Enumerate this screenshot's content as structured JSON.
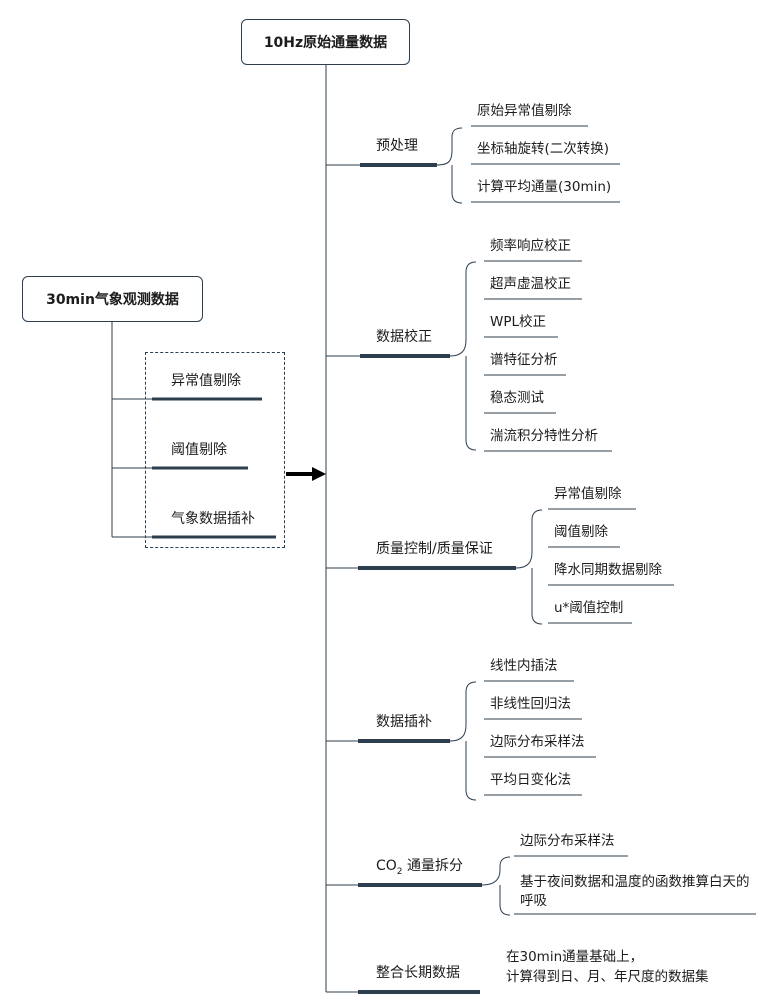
{
  "root": "10Hz原始通量数据",
  "left_box": "30min气象观测数据",
  "left_items": [
    "异常值剔除",
    "阈值剔除",
    "气象数据插补"
  ],
  "sections": [
    {
      "label": "预处理",
      "items": [
        "原始异常值剔除",
        "坐标轴旋转(二次转换)",
        "计算平均通量(30min)"
      ]
    },
    {
      "label": "数据校正",
      "items": [
        "频率响应校正",
        "超声虚温校正",
        "WPL校正",
        "谱特征分析",
        "稳态测试",
        "湍流积分特性分析"
      ]
    },
    {
      "label": "质量控制/质量保证",
      "items": [
        "异常值剔除",
        "阈值剔除",
        "降水同期数据剔除",
        "u*阈值控制"
      ]
    },
    {
      "label": "数据插补",
      "items": [
        "线性内插法",
        "非线性回归法",
        "边际分布采样法",
        "平均日变化法"
      ]
    },
    {
      "label_prefix": "CO",
      "label_sub": "2",
      "label_suffix": " 通量拆分",
      "items": [
        "边际分布采样法",
        "基于夜间数据和温度的函数推算白天的呼吸"
      ]
    },
    {
      "label": "整合长期数据",
      "items": [
        "在30min通量基础上，",
        "计算得到日、月、年尺度的数据集"
      ]
    }
  ]
}
